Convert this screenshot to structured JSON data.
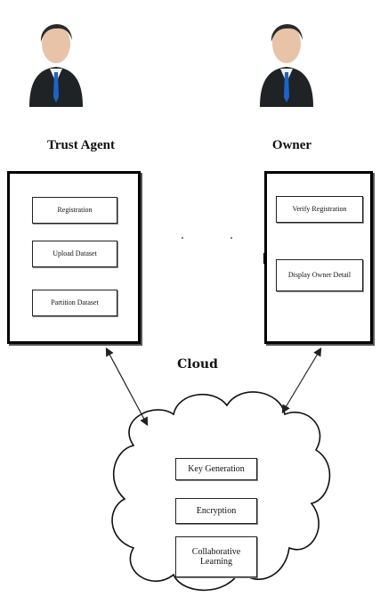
{
  "actors": {
    "left": {
      "label": "Trust Agent",
      "icon": "user-icon"
    },
    "right": {
      "label": "Owner",
      "icon": "user-icon"
    }
  },
  "trust_agent_panel": {
    "items": [
      "Registration",
      "Upload Dataset",
      "Partition Dataset"
    ]
  },
  "owner_panel": {
    "items": [
      "Verify Registration",
      "Display Owner Detail"
    ]
  },
  "cloud": {
    "title": "Cloud",
    "items": [
      "Key Generation",
      "Encryption",
      "Collaborative\nLearning"
    ]
  },
  "colors": {
    "suit": "#1f2326",
    "tie": "#1e63c8",
    "skin": "#e8c3a8",
    "hair": "#2a2a2a"
  }
}
